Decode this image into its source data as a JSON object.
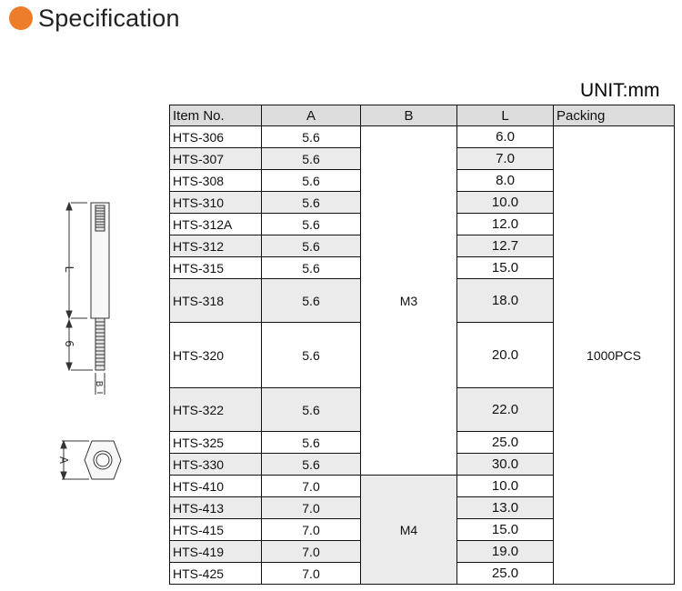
{
  "header": {
    "title": "Specification",
    "dot_color": "#ee7d2b"
  },
  "unit_label": "UNIT:mm",
  "table": {
    "columns": [
      "Item No.",
      "A",
      "B",
      "L",
      "Packing"
    ],
    "rows": [
      {
        "item": "HTS-306",
        "a": "5.6",
        "l": "6.0"
      },
      {
        "item": "HTS-307",
        "a": "5.6",
        "l": "7.0"
      },
      {
        "item": "HTS-308",
        "a": "5.6",
        "l": "8.0"
      },
      {
        "item": "HTS-310",
        "a": "5.6",
        "l": "10.0"
      },
      {
        "item": "HTS-312A",
        "a": "5.6",
        "l": "12.0"
      },
      {
        "item": "HTS-312",
        "a": "5.6",
        "l": "12.7"
      },
      {
        "item": "HTS-315",
        "a": "5.6",
        "l": "15.0"
      },
      {
        "item": "HTS-318",
        "a": "5.6",
        "l": "18.0"
      },
      {
        "item": "HTS-320",
        "a": "5.6",
        "l": "20.0"
      },
      {
        "item": "HTS-322",
        "a": "5.6",
        "l": "22.0"
      },
      {
        "item": "HTS-325",
        "a": "5.6",
        "l": "25.0"
      },
      {
        "item": "HTS-330",
        "a": "5.6",
        "l": "30.0"
      },
      {
        "item": "HTS-410",
        "a": "7.0",
        "l": "10.0"
      },
      {
        "item": "HTS-413",
        "a": "7.0",
        "l": "13.0"
      },
      {
        "item": "HTS-415",
        "a": "7.0",
        "l": "15.0"
      },
      {
        "item": "HTS-419",
        "a": "7.0",
        "l": "19.0"
      },
      {
        "item": "HTS-425",
        "a": "7.0",
        "l": "25.0"
      }
    ],
    "b_groups": [
      "M3",
      "M4"
    ],
    "packing": "1000PCS"
  },
  "drawing": {
    "dim_length": "L",
    "dim_thread": "6",
    "dim_b": "B",
    "dim_a": "A"
  }
}
